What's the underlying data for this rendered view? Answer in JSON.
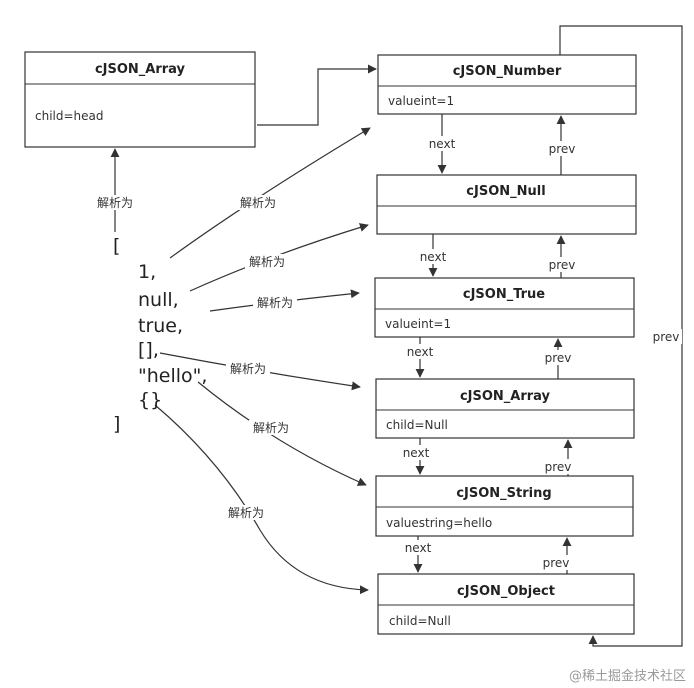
{
  "root": {
    "title": "cJSON_Array",
    "field": "child=head"
  },
  "nodes": [
    {
      "title": "cJSON_Number",
      "field": "valueint=1"
    },
    {
      "title": "cJSON_Null",
      "field": ""
    },
    {
      "title": "cJSON_True",
      "field": "valueint=1"
    },
    {
      "title": "cJSON_Array",
      "field": "child=Null"
    },
    {
      "title": "cJSON_String",
      "field": "valuestring=hello"
    },
    {
      "title": "cJSON_Object",
      "field": "child=Null"
    }
  ],
  "json_text": {
    "open": "[",
    "items": [
      "1,",
      "null,",
      "true,",
      "[],",
      "\"hello\",",
      "{}"
    ],
    "close": "]"
  },
  "labels": {
    "parse": "解析为",
    "next": "next",
    "prev": "prev"
  },
  "watermark": "@稀土掘金技术社区"
}
